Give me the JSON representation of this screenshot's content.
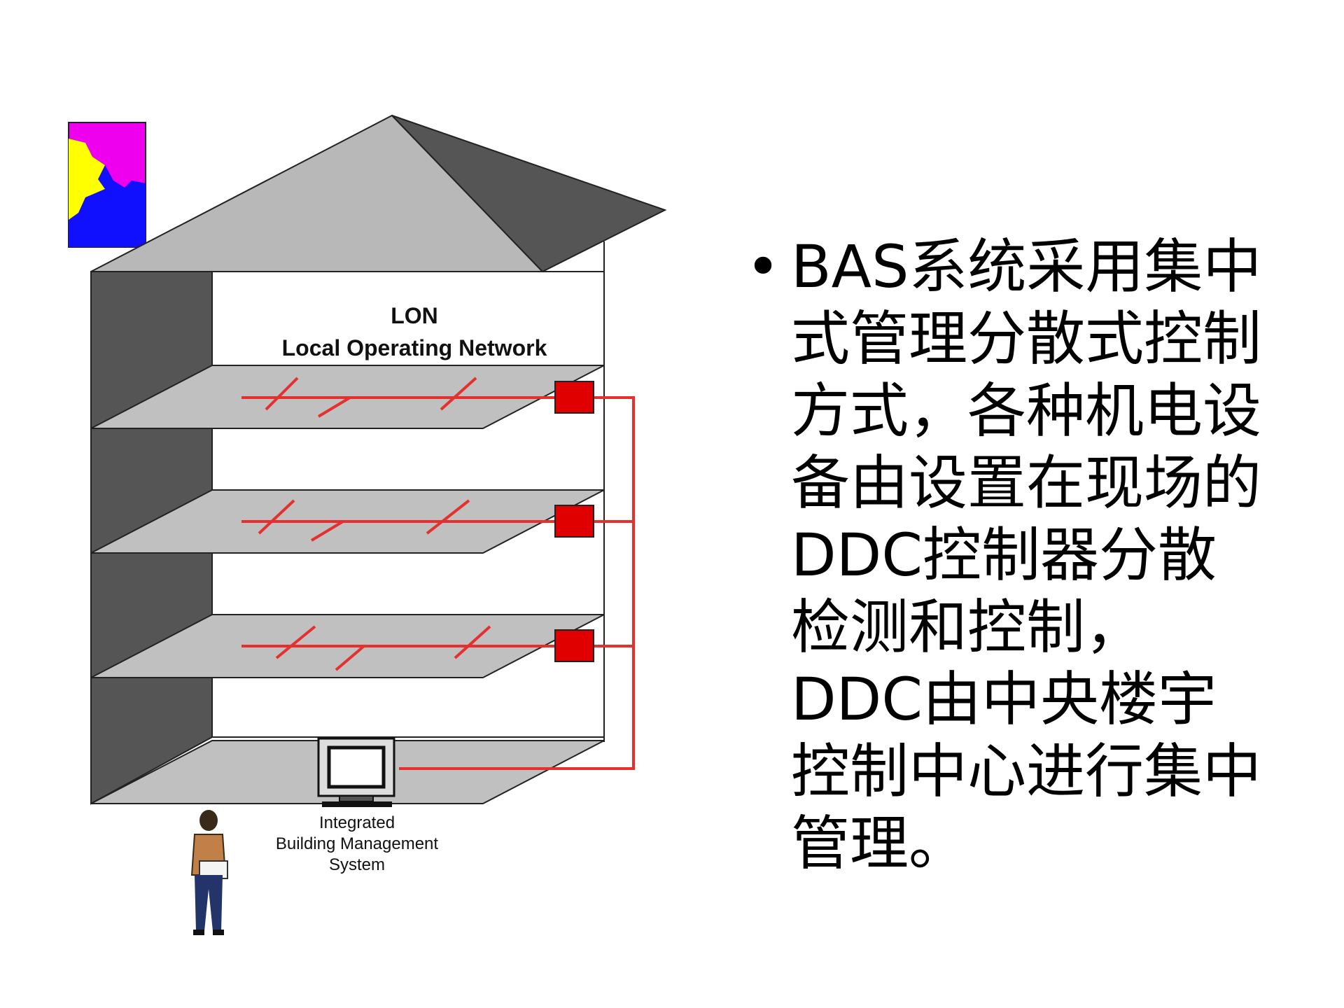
{
  "diagram": {
    "network_label_line1": "LON",
    "network_label_line2": "Local Operating Network",
    "ibms_label_line1": "Integrated",
    "ibms_label_line2": "Building Management",
    "ibms_label_line3": "System",
    "colors": {
      "roof_light": "#b8b8b8",
      "roof_dark": "#555555",
      "wall_dark": "#555555",
      "floor": "#c0c0c0",
      "network_red": "#e53030",
      "controller_red": "#e00000"
    },
    "icons": [
      "logo-icon",
      "ddc-controller-icon",
      "monitor-icon",
      "person-icon"
    ]
  },
  "text": {
    "bullet": "•",
    "lines": [
      "BAS系统采用集中",
      "式管理分散式控制",
      "方式，各种机电设",
      "备由设置在现场的",
      "DDC控制器分散",
      "检测和控制，",
      "DDC由中央楼宇",
      "控制中心进行集中",
      "管理。"
    ]
  }
}
